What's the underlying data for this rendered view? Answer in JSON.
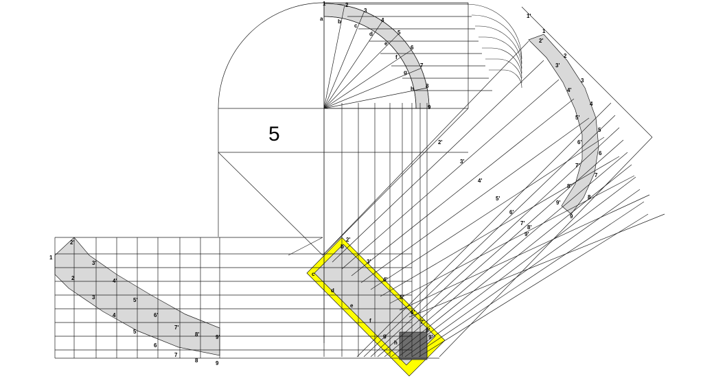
{
  "section_number": "5",
  "colors": {
    "band_fill": "#d9d9d9",
    "highlight": "#ffff00",
    "shadow": "#6e6e6e",
    "stroke": "#1a1a1a"
  },
  "top_arc_labels": [
    "1",
    "2",
    "3",
    "4",
    "5",
    "6",
    "7",
    "8",
    "9"
  ],
  "top_arc_inner_labels": [
    "a",
    "b",
    "c",
    "d",
    "e",
    "f",
    "g",
    "h"
  ],
  "right_arc_labels": [
    "1",
    "2",
    "3",
    "4",
    "5",
    "6",
    "7",
    "8",
    "9"
  ],
  "right_arc_prime_labels": [
    "1'",
    "2'",
    "3'",
    "4'",
    "5'",
    "6'",
    "7'",
    "8'",
    "9'"
  ],
  "diagonal_arrow_labels": [
    "2'",
    "3'",
    "4'",
    "5'",
    "6'",
    "7'",
    "8'",
    "9'"
  ],
  "left_band_outer_labels": [
    "1",
    "2",
    "3",
    "4",
    "5",
    "6",
    "7",
    "8",
    "9"
  ],
  "left_band_inner_labels": [
    "2'",
    "3'",
    "4'",
    "5'",
    "6'",
    "7'",
    "8'",
    "9'"
  ],
  "rect_letter_labels": [
    "b",
    "c",
    "d",
    "e",
    "f",
    "g",
    "h"
  ],
  "rect_prime_labels": [
    "2'",
    "3'",
    "4'",
    "5'",
    "6'",
    "7'",
    "8'",
    "9'"
  ]
}
